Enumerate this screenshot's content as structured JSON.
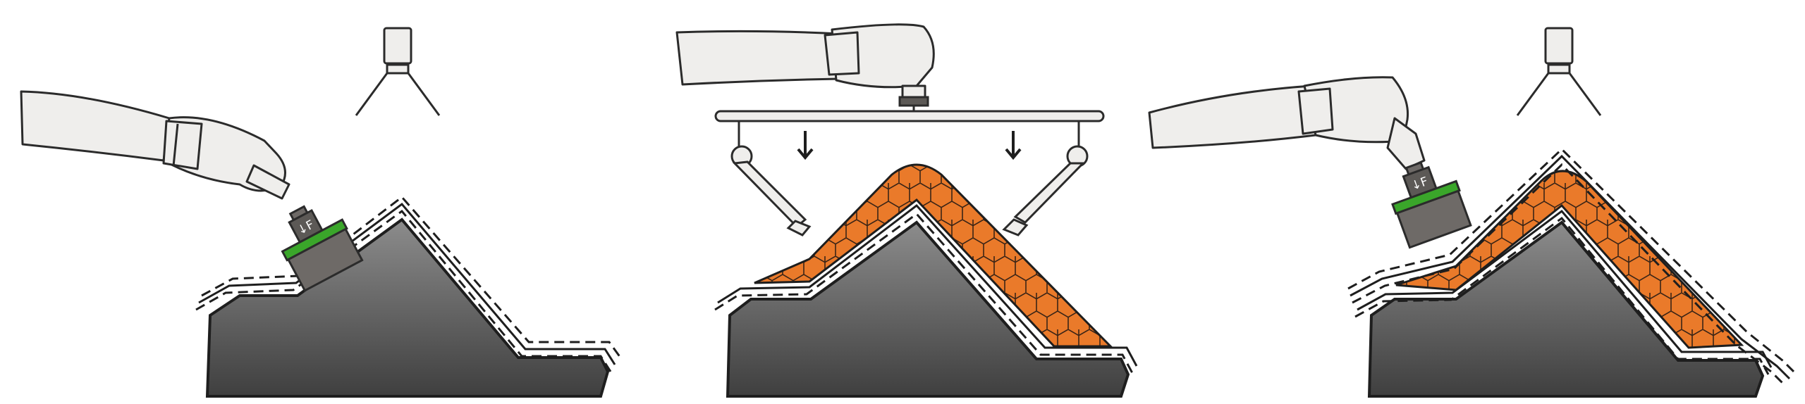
{
  "figure": {
    "panels": [
      {
        "id": "panel-1",
        "step": "press-pad-onto-mold",
        "force_label": "↓F",
        "has_camera": true,
        "has_ply": false
      },
      {
        "id": "panel-2",
        "step": "gantry-lowers-honeycomb-ply",
        "has_camera": false,
        "has_ply": true
      },
      {
        "id": "panel-3",
        "step": "press-pad-onto-ply",
        "force_label": "↓F",
        "has_camera": true,
        "has_ply": true
      }
    ],
    "colors": {
      "mold_top": "#8c8c8c",
      "mold_bottom": "#3f3f3f",
      "ply_orange": "#ea7a2a",
      "pad_green": "#3aa62a",
      "tool_gray": "#6e6a67",
      "arm_fill": "#efeeec"
    },
    "icons": [
      "robot-arm-icon",
      "camera-icon",
      "force-arrow-icon",
      "gantry-icon"
    ]
  }
}
